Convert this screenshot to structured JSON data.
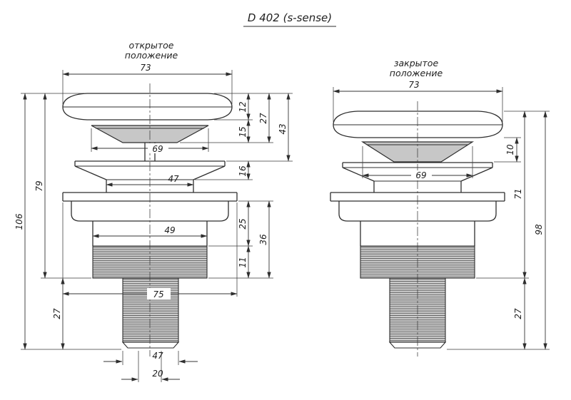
{
  "title": "D 402 (s-sense)",
  "drawings": {
    "left": {
      "label": [
        "открытое",
        "положение"
      ],
      "dims": {
        "width_top": "73",
        "cap_height": "12",
        "cap_to_cone": "27",
        "cone_height": "15",
        "top_stack": "43",
        "cone_width": "69",
        "rim_height": "16",
        "rim_width": "47",
        "height_79": "79",
        "height_106": "106",
        "body_height": "25",
        "body_stack": "36",
        "body_width": "49",
        "thread_height": "11",
        "flange_width": "75",
        "tail_height": "27",
        "tail_width": "47",
        "tail_end": "20"
      }
    },
    "right": {
      "label": [
        "закрытое",
        "положение"
      ],
      "dims": {
        "width_top": "73",
        "drop": "10",
        "cone_width": "69",
        "height_71": "71",
        "height_98": "98",
        "tail_height": "27"
      }
    }
  }
}
